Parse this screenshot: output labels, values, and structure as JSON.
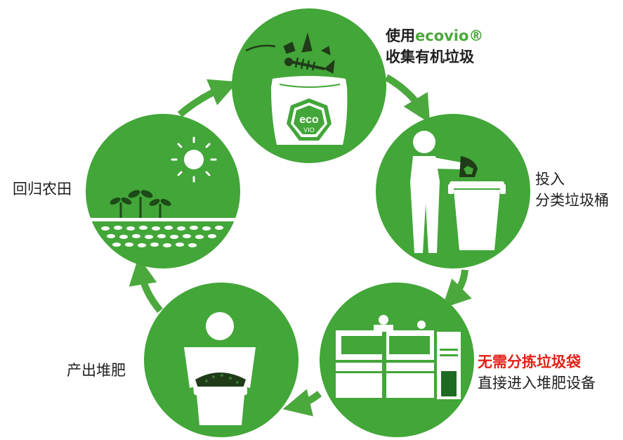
{
  "colors": {
    "circle_green": "#42a638",
    "arrow_green": "#4ba83d",
    "pictogram_white": "#ffffff",
    "highlight_red": "#e32219",
    "text_dark": "#1f1f1f"
  },
  "steps": {
    "use_ecovio": {
      "line1_prefix": "使用",
      "line1_brand": "ecovio®",
      "line2": "收集有机垃圾",
      "bag_logo_top": "eco",
      "bag_logo_bottom": "VIO",
      "icon": "fishbone-waste-bag-icon"
    },
    "throw_bin": {
      "line1": "投入",
      "line2": "分类垃圾桶",
      "icon": "person-trash-bin-icon"
    },
    "compost_plant": {
      "line1_highlight": "无需分拣垃圾袋",
      "line2": "直接进入堆肥设备",
      "icon": "compost-machine-icon"
    },
    "compost_output": {
      "line1": "产出堆肥",
      "icon": "person-holding-compost-icon"
    },
    "back_to_field": {
      "line1": "回归农田",
      "icon": "sun-sprouts-field-icon"
    }
  }
}
